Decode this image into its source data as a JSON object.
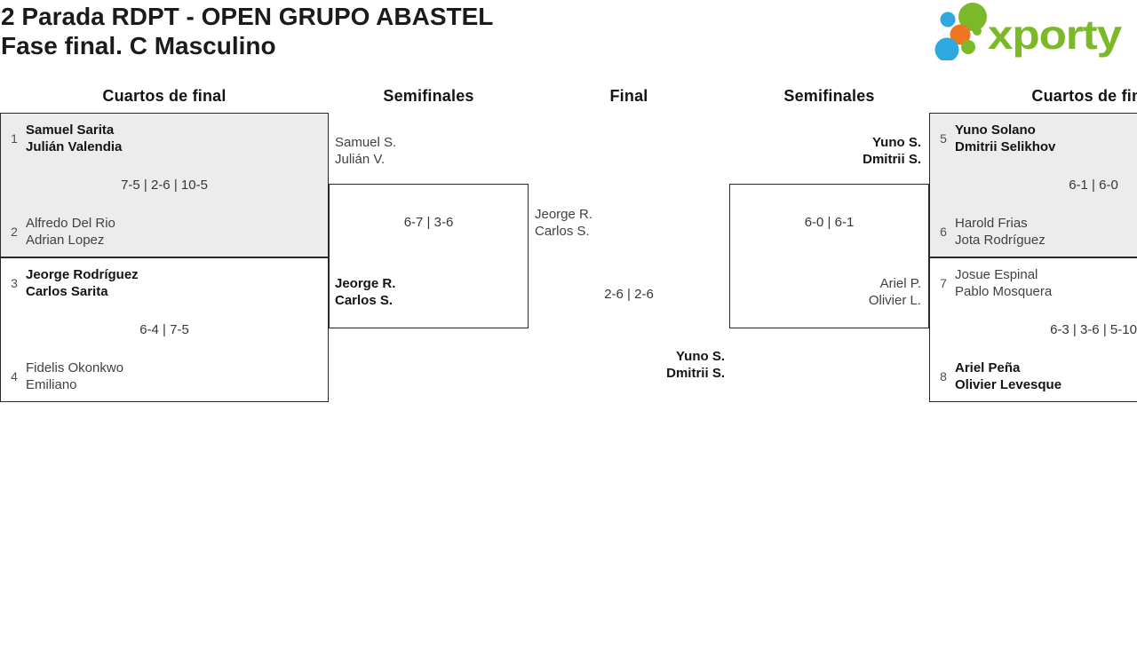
{
  "header": {
    "title_line1": "2 Parada RDPT - OPEN GRUPO ABASTEL",
    "title_line2": "Fase final. C Masculino",
    "logo_text": "xporty"
  },
  "colors": {
    "logo_green": "#7CB928",
    "logo_blue": "#2EA9E0",
    "logo_orange": "#EE7522",
    "box_shade": "#ECECEC",
    "box_border": "#282828"
  },
  "round_headers": [
    "Cuartos de final",
    "Semifinales",
    "Final",
    "Semifinales",
    "Cuartos de final"
  ],
  "bracket": {
    "qf_left_top": {
      "team1": {
        "seed": "1",
        "name1": "Samuel Sarita",
        "name2": "Julián Valendia",
        "winner": true
      },
      "score": "7-5 | 2-6 | 10-5",
      "team2": {
        "seed": "2",
        "name1": "Alfredo Del Rio",
        "name2": "Adrian Lopez",
        "winner": false
      }
    },
    "qf_left_bottom": {
      "team1": {
        "seed": "3",
        "name1": "Jeorge Rodríguez",
        "name2": "Carlos Sarita",
        "winner": true
      },
      "score": "6-4 | 7-5",
      "team2": {
        "seed": "4",
        "name1": "Fidelis Okonkwo",
        "name2": "Emiliano",
        "winner": false
      }
    },
    "sf_left": {
      "team1": {
        "name1": "Samuel S.",
        "name2": "Julián V.",
        "winner": false
      },
      "score": "6-7 | 3-6",
      "team2": {
        "name1": "Jeorge R.",
        "name2": "Carlos S.",
        "winner": true
      }
    },
    "final": {
      "team1": {
        "name1": "Jeorge R.",
        "name2": "Carlos S.",
        "winner": false
      },
      "score": "2-6 | 2-6",
      "team2": {
        "name1": "Yuno S.",
        "name2": "Dmitrii S.",
        "winner": true
      }
    },
    "sf_right": {
      "team1": {
        "name1": "Yuno S.",
        "name2": "Dmitrii S.",
        "winner": true
      },
      "score": "6-0 | 6-1",
      "team2": {
        "name1": "Ariel P.",
        "name2": "Olivier L.",
        "winner": false
      }
    },
    "qf_right_top": {
      "team1": {
        "seed": "5",
        "name1": "Yuno Solano",
        "name2": "Dmitrii Selikhov",
        "winner": true
      },
      "score": "6-1 | 6-0",
      "team2": {
        "seed": "6",
        "name1": "Harold Frias",
        "name2": "Jota Rodríguez",
        "winner": false
      }
    },
    "qf_right_bottom": {
      "team1": {
        "seed": "7",
        "name1": "Josue Espinal",
        "name2": "Pablo Mosquera",
        "winner": false
      },
      "score": "6-3 | 3-6 | 5-10",
      "team2": {
        "seed": "8",
        "name1": "Ariel Peña",
        "name2": "Olivier Levesque",
        "winner": true
      }
    }
  }
}
